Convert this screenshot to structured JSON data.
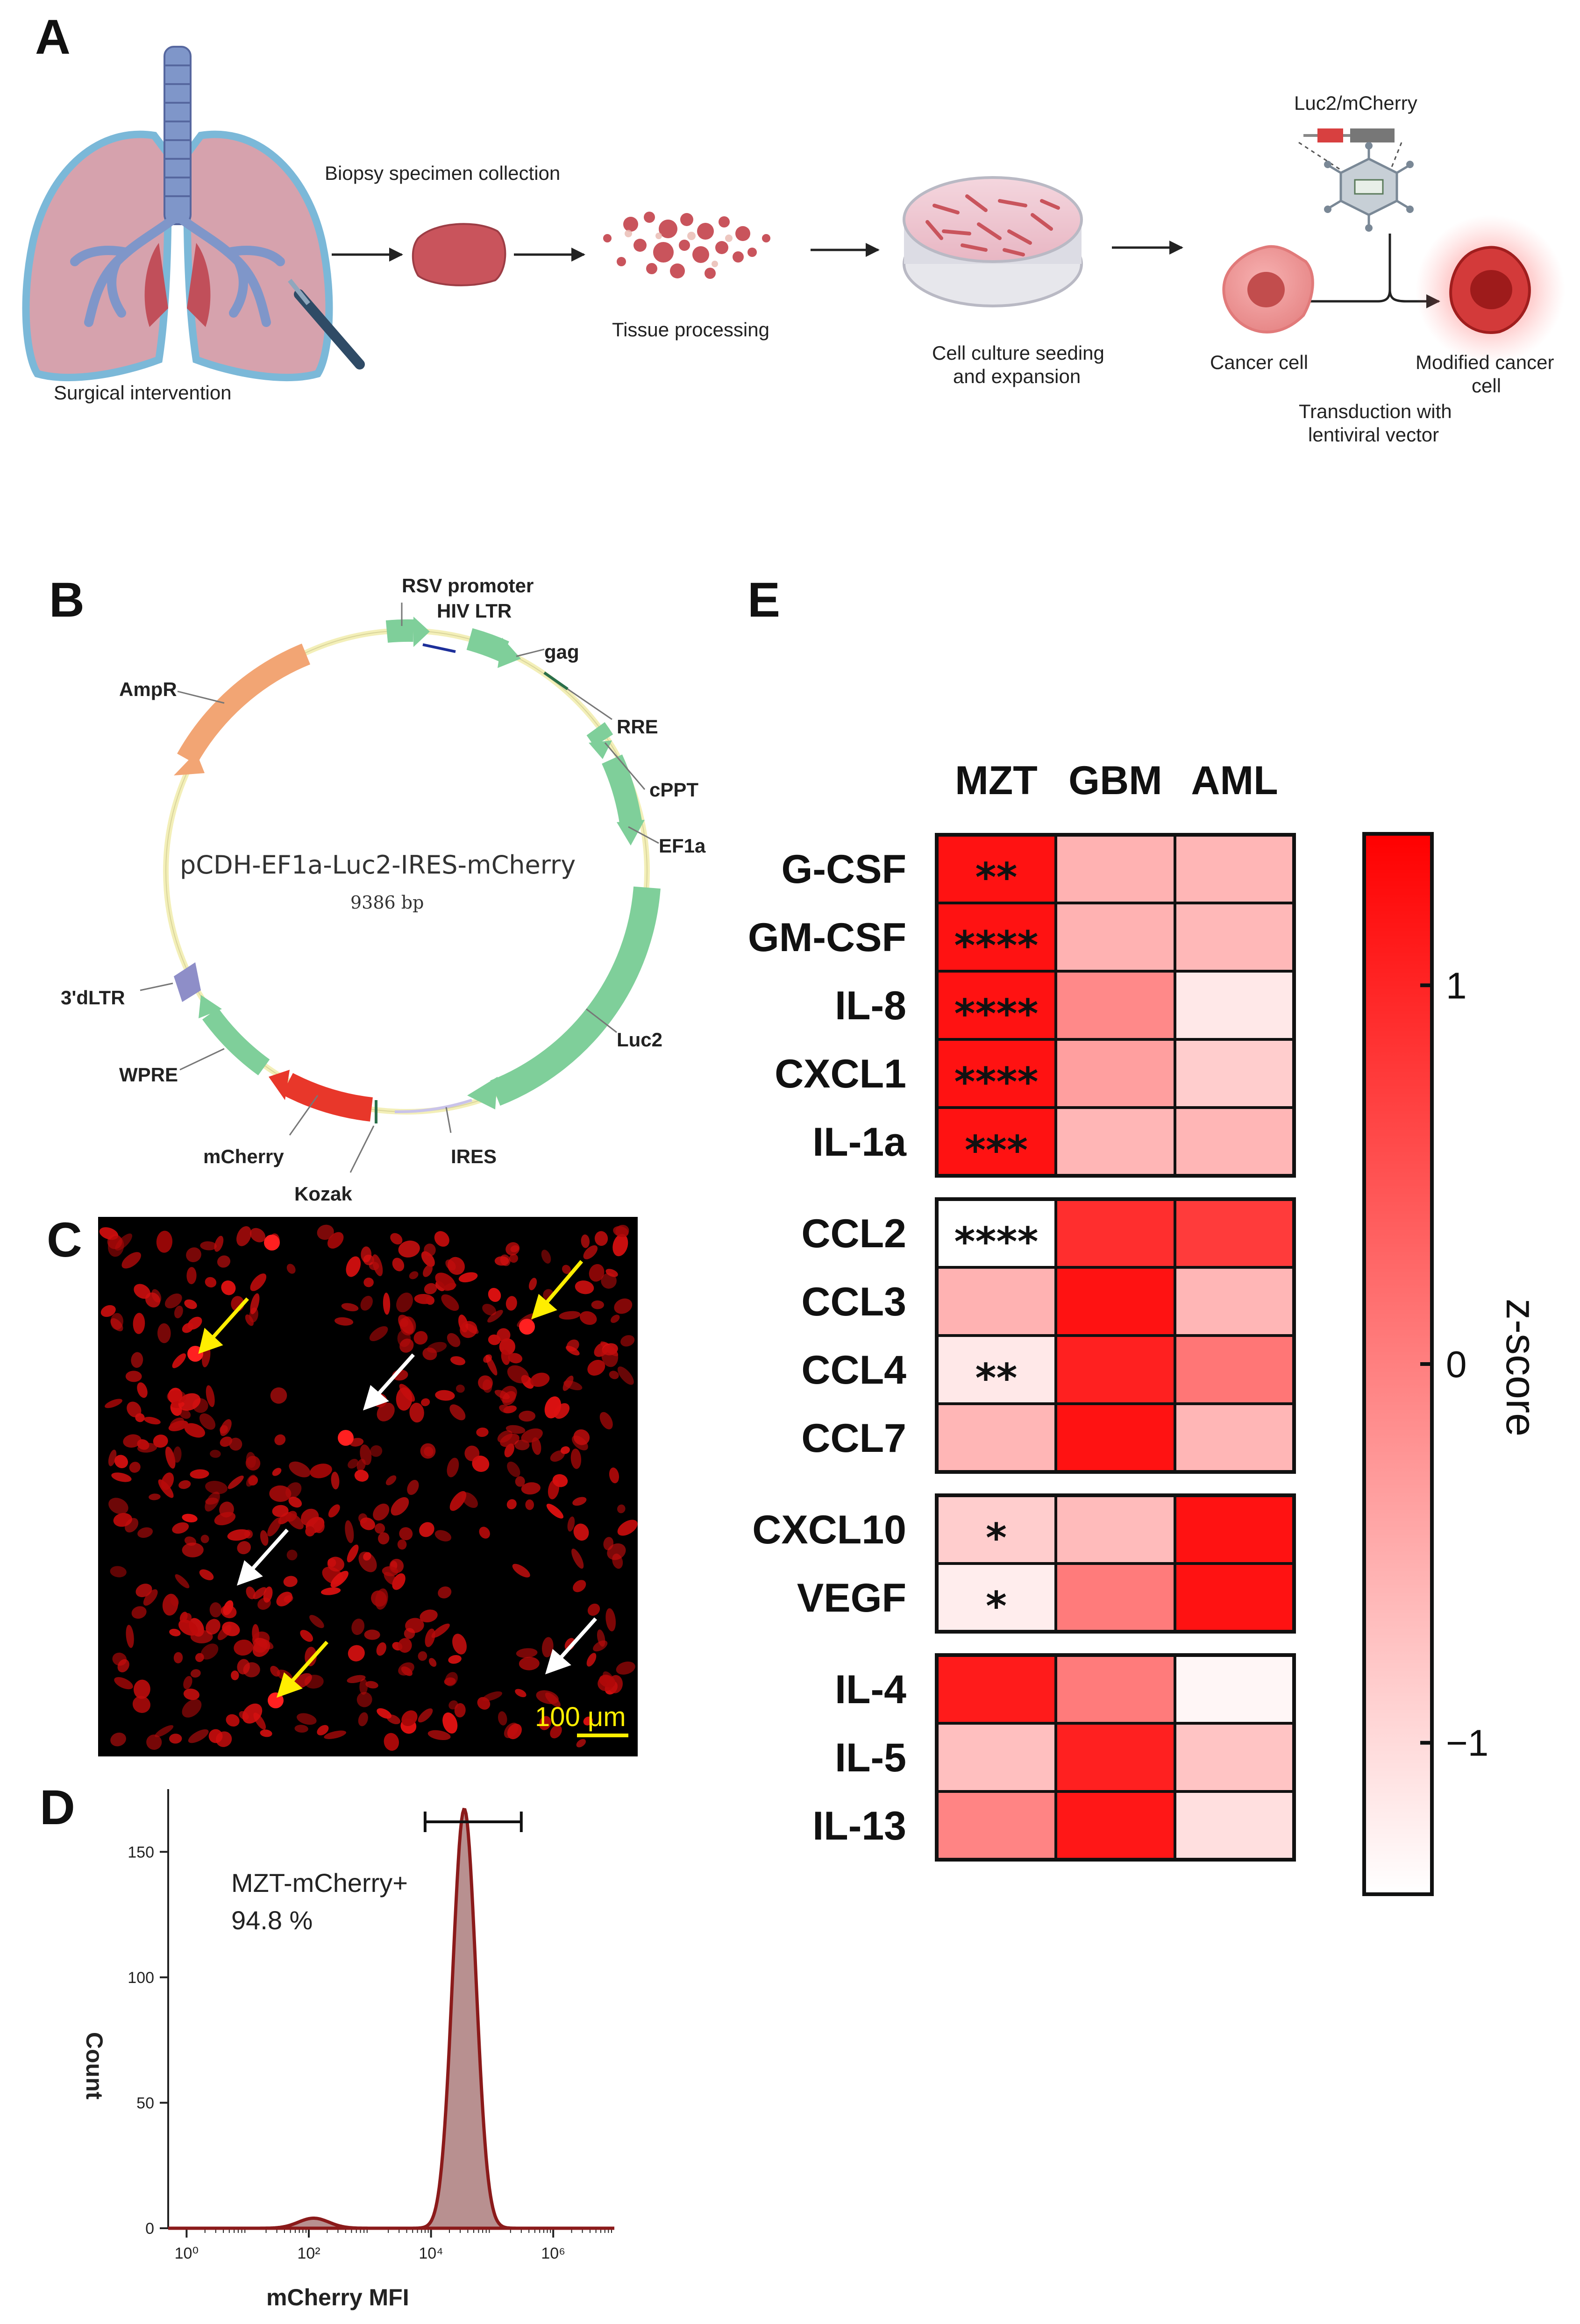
{
  "panel_a": {
    "label": "A",
    "surgical": "Surgical intervention",
    "biopsy": "Biopsy specimen collection",
    "tissue": "Tissue processing",
    "culture_1": "Cell culture seeding",
    "culture_2": "and expansion",
    "vector_label": "Luc2/mCherry",
    "cancer_cell": "Cancer cell",
    "modified_1": "Modified cancer",
    "modified_2": "cell",
    "transduction_1": "Transduction with",
    "transduction_2": "lentiviral vector"
  },
  "panel_b": {
    "label": "B",
    "plasmid_name": "pCDH-EF1a-Luc2-IRES-mCherry",
    "plasmid_size": "9386 bp",
    "features": {
      "rsv": "RSV promoter",
      "hivltr": "HIV LTR",
      "gag": "gag",
      "rre": "RRE",
      "cppt": "cPPT",
      "ef1a": "EF1a",
      "luc2": "Luc2",
      "ires": "IRES",
      "kozak": "Kozak",
      "mcherry": "mCherry",
      "wpre": "WPRE",
      "ltr3": "3'dLTR",
      "ampr": "AmpR"
    },
    "colors": {
      "green": "#7fcf9a",
      "orange": "#f2a574",
      "red": "#e8372a",
      "purple": "#8e8ec8",
      "backbone": "#f3efb8"
    }
  },
  "panel_c": {
    "label": "C",
    "scale_bar": "100 μm",
    "arrows": {
      "yellow": "#ffee00",
      "white": "#ffffff"
    }
  },
  "panel_d": {
    "label": "D",
    "gate_label_1": "MZT-mCherry+",
    "gate_label_2": "94.8 %",
    "y_axis_label": "Count",
    "x_axis_label": "mCherry MFI",
    "y_ticks": [
      "0",
      "50",
      "100",
      "150"
    ],
    "x_ticks": [
      "10⁰",
      "10²",
      "10⁴",
      "10⁶"
    ]
  },
  "panel_e": {
    "label": "E",
    "colorbar_label": "z-score",
    "colorbar_ticks": [
      "1",
      "0",
      "−1"
    ]
  },
  "chart_data": [
    {
      "type": "heatmap",
      "columns": [
        "MZT",
        "GBM",
        "AML"
      ],
      "groups": [
        {
          "rows": [
            {
              "name": "G-CSF",
              "values": [
                1.2,
                -0.55,
                -0.6
              ],
              "stars": "**"
            },
            {
              "name": "GM-CSF",
              "values": [
                1.2,
                -0.55,
                -0.62
              ],
              "stars": "****"
            },
            {
              "name": "IL-8",
              "values": [
                1.2,
                -0.1,
                -1.15
              ],
              "stars": "****"
            },
            {
              "name": "CXCL1",
              "values": [
                1.2,
                -0.35,
                -0.85
              ],
              "stars": "****"
            },
            {
              "name": "IL-1a",
              "values": [
                1.2,
                -0.6,
                -0.6
              ],
              "stars": "***"
            }
          ]
        },
        {
          "rows": [
            {
              "name": "CCL2",
              "values": [
                -1.4,
                0.9,
                0.75
              ],
              "stars": "****"
            },
            {
              "name": "CCL3",
              "values": [
                -0.55,
                1.2,
                -0.6
              ],
              "stars": ""
            },
            {
              "name": "CCL4",
              "values": [
                -1.15,
                1.05,
                0.1
              ],
              "stars": "**"
            },
            {
              "name": "CCL7",
              "values": [
                -0.6,
                1.2,
                -0.6
              ],
              "stars": ""
            }
          ]
        },
        {
          "rows": [
            {
              "name": "CXCL10",
              "values": [
                -0.85,
                -0.65,
                1.2
              ],
              "stars": "*"
            },
            {
              "name": "VEGF",
              "values": [
                -1.2,
                0.05,
                1.2
              ],
              "stars": "*"
            }
          ]
        },
        {
          "rows": [
            {
              "name": "IL-4",
              "values": [
                1.1,
                0.05,
                -1.3
              ],
              "stars": ""
            },
            {
              "name": "IL-5",
              "values": [
                -0.7,
                1.05,
                -0.75
              ],
              "stars": ""
            },
            {
              "name": "IL-13",
              "values": [
                -0.05,
                1.15,
                -1.05
              ],
              "stars": ""
            }
          ]
        }
      ],
      "color_scale": {
        "min": -1.4,
        "max": 1.4,
        "low": "#ffffff",
        "high": "#ff0000"
      },
      "colorbar_ticks": [
        1,
        0,
        -1
      ]
    },
    {
      "type": "area",
      "x_scale": "log",
      "xlim": [
        0.5,
        10000000
      ],
      "ylim": [
        0,
        175
      ],
      "x_ticks": [
        1,
        100,
        10000,
        1000000
      ],
      "y_ticks": [
        0,
        50,
        100,
        150
      ],
      "peaks": [
        {
          "center": 35000,
          "height": 167,
          "log_sigma": 0.19
        },
        {
          "center": 120,
          "height": 4,
          "log_sigma": 0.25
        }
      ],
      "gate": [
        8000,
        300000
      ],
      "fill": "#b89090",
      "stroke": "#8b1a1a"
    }
  ]
}
